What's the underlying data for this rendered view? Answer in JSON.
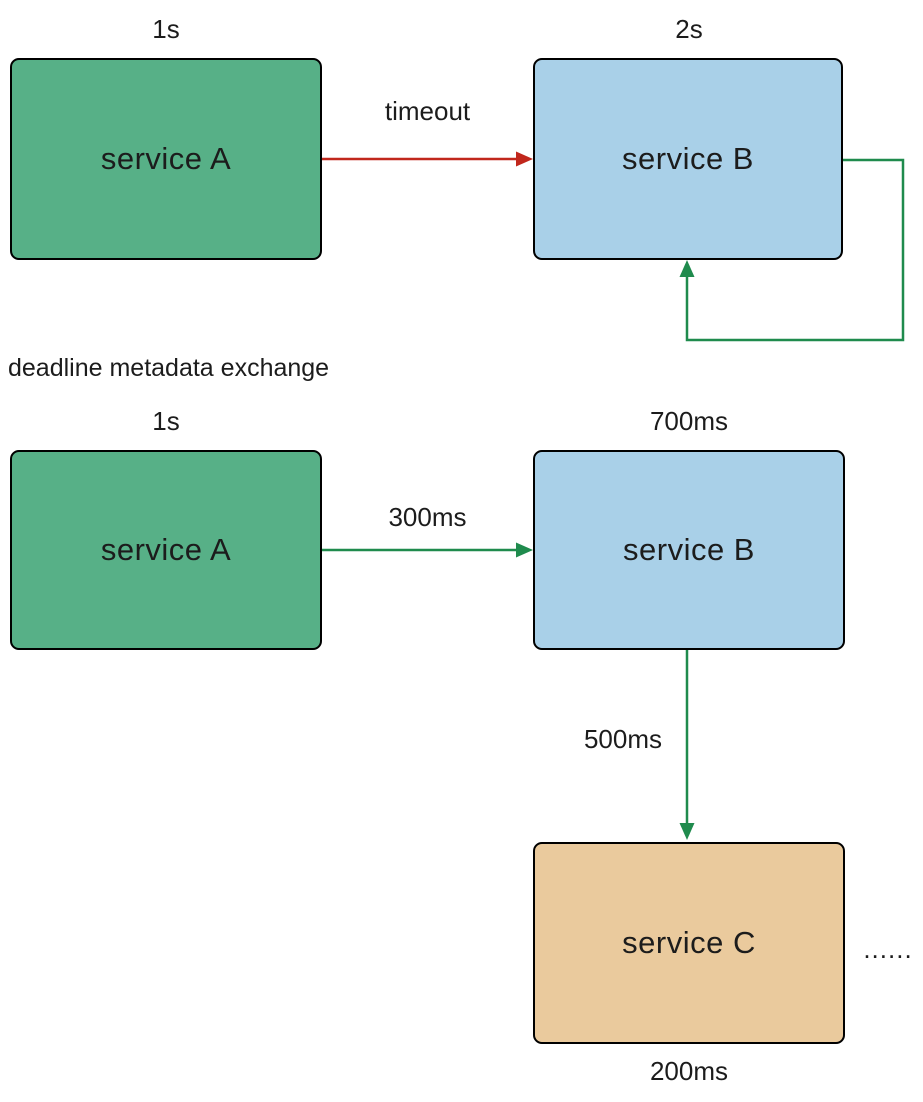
{
  "section_title": "deadline metadata exchange",
  "colors": {
    "service_a_fill": "#57b087",
    "service_b_fill": "#a9d0e8",
    "service_c_fill": "#eaca9d",
    "box_border": "#000000",
    "timeout_arrow": "#c1271c",
    "deadline_arrow": "#1f8b4d",
    "text": "#1c1c1c"
  },
  "diagram1": {
    "service_a": {
      "label": "service A",
      "timeout": "1s"
    },
    "service_b": {
      "label": "service B",
      "timeout": "2s"
    },
    "edge_a_to_b": {
      "label": "timeout"
    }
  },
  "diagram2": {
    "service_a": {
      "label": "service A",
      "timeout": "1s"
    },
    "service_b": {
      "label": "service B",
      "timeout": "700ms"
    },
    "service_c": {
      "label": "service C",
      "timeout": "200ms"
    },
    "edge_a_to_b": {
      "label": "300ms"
    },
    "edge_b_to_c": {
      "label": "500ms"
    },
    "ellipsis": "......"
  }
}
